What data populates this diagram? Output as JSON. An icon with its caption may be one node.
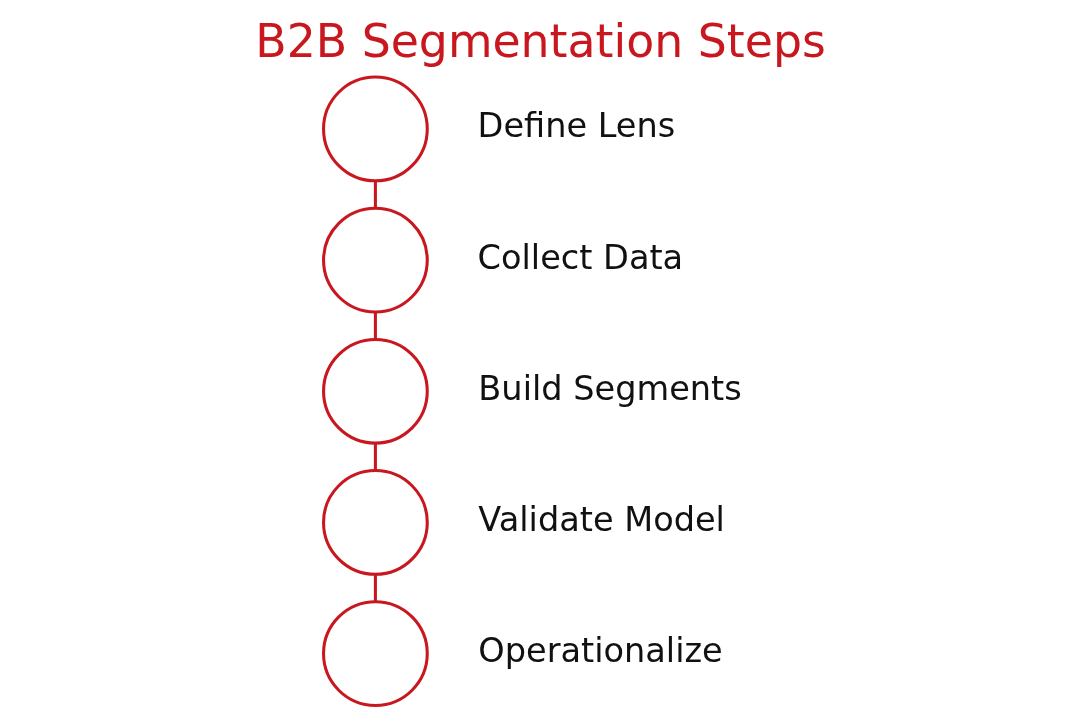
{
  "diagram": {
    "title": "B2B Segmentation Steps",
    "nodes": [
      {
        "text": [],
        "shape": "circle",
        "beside": [
          "Define Lens"
        ]
      },
      {
        "text": [],
        "shape": "circle",
        "beside": [
          "Collect Data"
        ]
      },
      {
        "text": [],
        "shape": "circle",
        "beside": [
          "Build Segments"
        ]
      },
      {
        "text": [],
        "shape": "circle",
        "beside": [
          "Validate Model"
        ]
      },
      {
        "text": [],
        "shape": "circle",
        "beside": [
          "Operationalize"
        ]
      }
    ],
    "edges": [
      {
        "from": 0,
        "to": 1,
        "arrow": "none"
      },
      {
        "from": 1,
        "to": 2,
        "arrow": "none"
      },
      {
        "from": 2,
        "to": 3,
        "arrow": "none"
      },
      {
        "from": 3,
        "to": 4,
        "arrow": "none"
      }
    ]
  }
}
